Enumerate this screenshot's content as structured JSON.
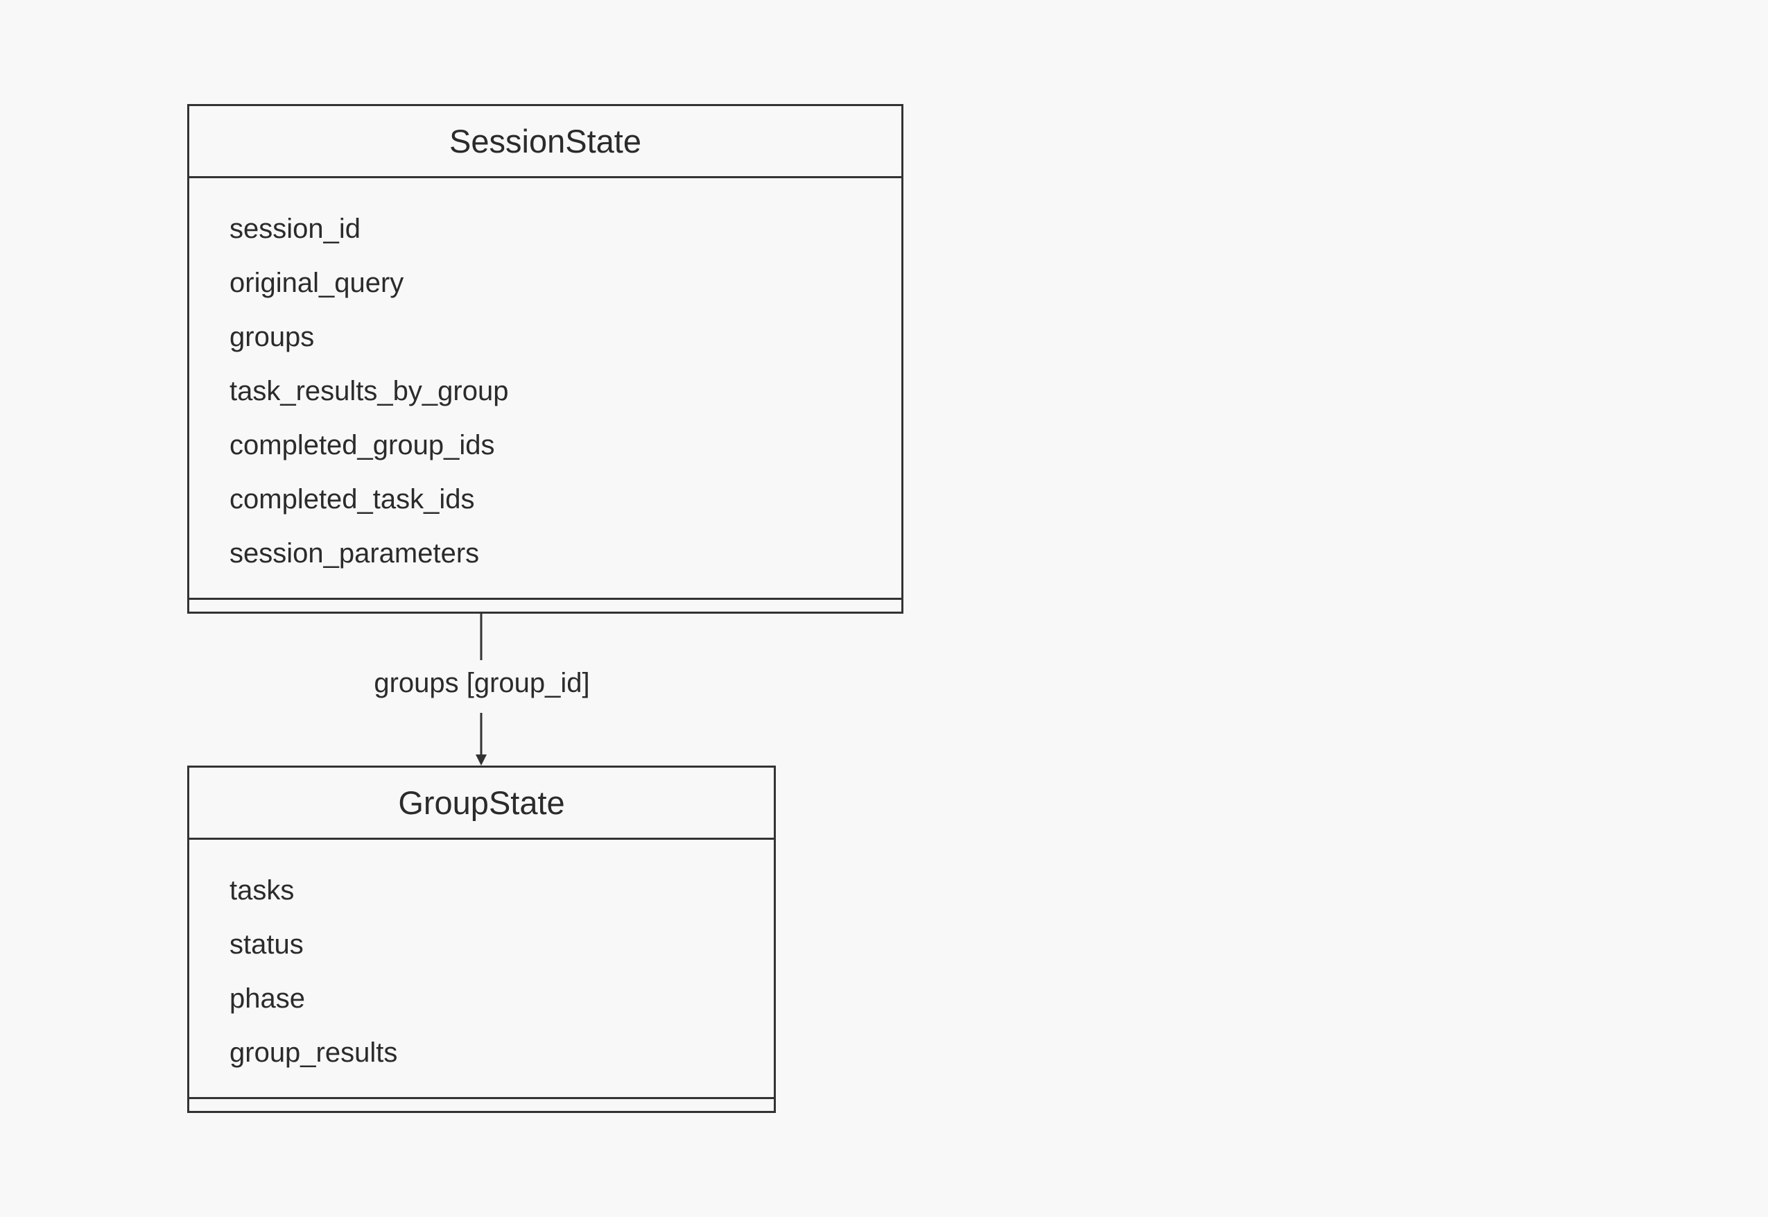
{
  "classes": [
    {
      "name": "SessionState",
      "attributes": [
        "session_id",
        "original_query",
        "groups",
        "task_results_by_group",
        "completed_group_ids",
        "completed_task_ids",
        "session_parameters"
      ]
    },
    {
      "name": "GroupState",
      "attributes": [
        "tasks",
        "status",
        "phase",
        "group_results"
      ]
    }
  ],
  "relations": [
    {
      "from": "SessionState",
      "to": "GroupState",
      "label": "groups [group_id]"
    }
  ],
  "colors": {
    "background": "#f8f8f8",
    "stroke": "#333333",
    "text": "#2b2b2b"
  }
}
